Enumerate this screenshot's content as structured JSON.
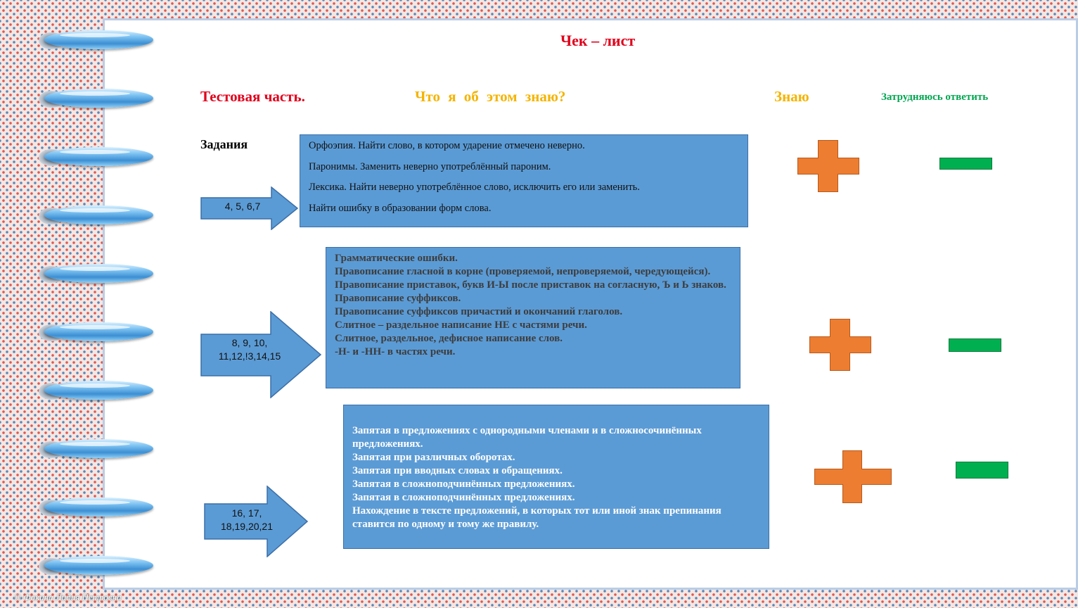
{
  "title": "Чек – лист",
  "headers": {
    "test_part": "Тестовая часть.",
    "what_i_know": "Что я  об этом знаю?",
    "know": "Знаю",
    "hard_to_answer": "Затрудняюсь ответить"
  },
  "tasks_label": "Задания",
  "rows": [
    {
      "arrow_lines": [
        "4, 5, 6,7"
      ],
      "items": [
        "Орфоэпия. Найти слово, в котором ударение отмечено неверно.",
        "Паронимы. Заменить неверно употреблённый пароним.",
        "Лексика. Найти неверно употреблённое слово, исключить его или заменить.",
        "Найти ошибку в образовании форм слова."
      ]
    },
    {
      "arrow_lines": [
        "8, 9, 10,",
        "11,12,!3,14,15"
      ],
      "items": [
        "Грамматические ошибки.",
        "Правописание гласной в корне (проверяемой, непроверяемой, чередующейся).",
        "Правописание приставок, букв И-Ы после приставок на согласную, Ъ и Ь знаков.",
        "Правописание суффиксов.",
        "Правописание суффиксов причастий и окончаний глаголов.",
        "Слитное – раздельное написание НЕ  с частями речи.",
        "Слитное, раздельное, дефисное написание слов.",
        "-Н- и -НН- в частях речи."
      ]
    },
    {
      "arrow_lines": [
        "16, 17,",
        "18,19,20,21"
      ],
      "items": [
        "Запятая в предложениях с однородными членами и в сложносочинённых предложениях.",
        "Запятая при различных оборотах.",
        "Запятая при вводных словах и обращениях.",
        "Запятая в сложноподчинённых предложениях.",
        "Запятая в сложноподчинённых предложениях.",
        "Нахождение в тексте предложений, в которых тот или иной знак препинания ставится по одному и тому же правилу."
      ]
    }
  ],
  "copyright": "© Фокина Лидия Петровна",
  "colors": {
    "title_red": "#e0001b",
    "header_yellow": "#f4b400",
    "header_green": "#00a650",
    "box_blue": "#5b9bd5",
    "plus_orange": "#ed7d31",
    "minus_green": "#00b050"
  }
}
